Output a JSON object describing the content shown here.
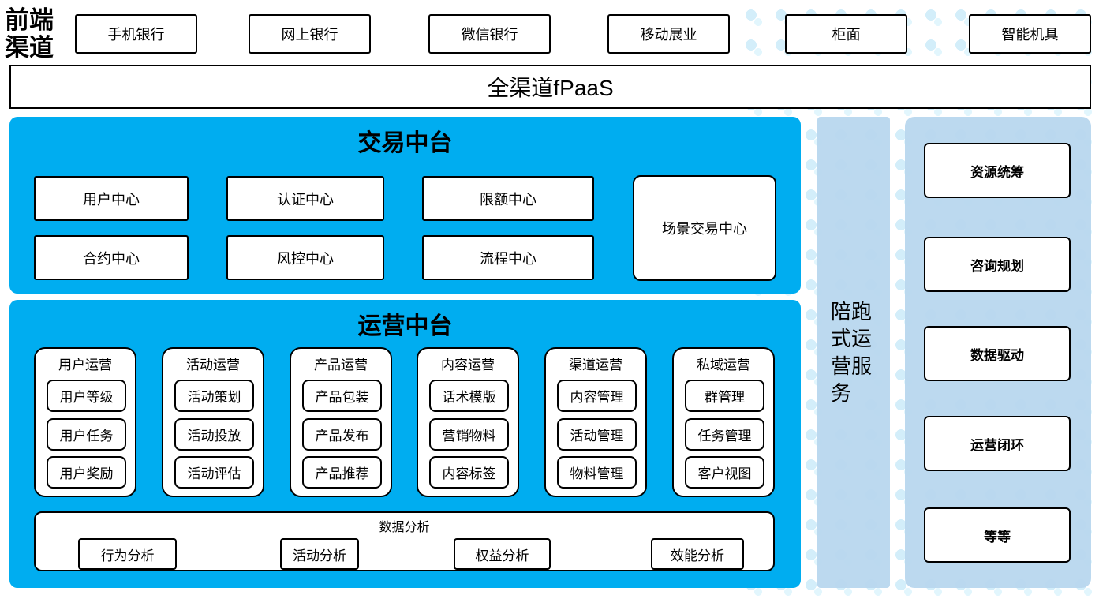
{
  "colors": {
    "platform_blue": "#00adf0",
    "panel_light_blue": "#b8d7ee",
    "dot_pattern_blue": "#d3eefa",
    "border_black": "#000000"
  },
  "front_channels": {
    "label": "前端渠道",
    "items": [
      "手机银行",
      "网上银行",
      "微信银行",
      "移动展业",
      "柜面",
      "智能机具"
    ]
  },
  "fpaas_bar": {
    "label": "全渠道fPaaS"
  },
  "trade_platform": {
    "title": "交易中台",
    "row1": [
      "用户中心",
      "认证中心",
      "限额中心"
    ],
    "row2": [
      "合约中心",
      "风控中心",
      "流程中心"
    ],
    "scene_center": "场景交易中心"
  },
  "operation_platform": {
    "title": "运营中台",
    "columns": [
      {
        "title": "用户运营",
        "items": [
          "用户等级",
          "用户任务",
          "用户奖励"
        ]
      },
      {
        "title": "活动运营",
        "items": [
          "活动策划",
          "活动投放",
          "活动评估"
        ]
      },
      {
        "title": "产品运营",
        "items": [
          "产品包装",
          "产品发布",
          "产品推荐"
        ]
      },
      {
        "title": "内容运营",
        "items": [
          "话术模版",
          "营销物料",
          "内容标签"
        ]
      },
      {
        "title": "渠道运营",
        "items": [
          "内容管理",
          "活动管理",
          "物料管理"
        ]
      },
      {
        "title": "私域运营",
        "items": [
          "群管理",
          "任务管理",
          "客户视图"
        ]
      }
    ],
    "analytics": {
      "title": "数据分析",
      "items": [
        "行为分析",
        "活动分析",
        "权益分析",
        "效能分析"
      ]
    }
  },
  "side_service": {
    "label": "陪跑式运营服务"
  },
  "right_services": {
    "items": [
      "资源统筹",
      "咨询规划",
      "数据驱动",
      "运营闭环",
      "等等"
    ]
  }
}
